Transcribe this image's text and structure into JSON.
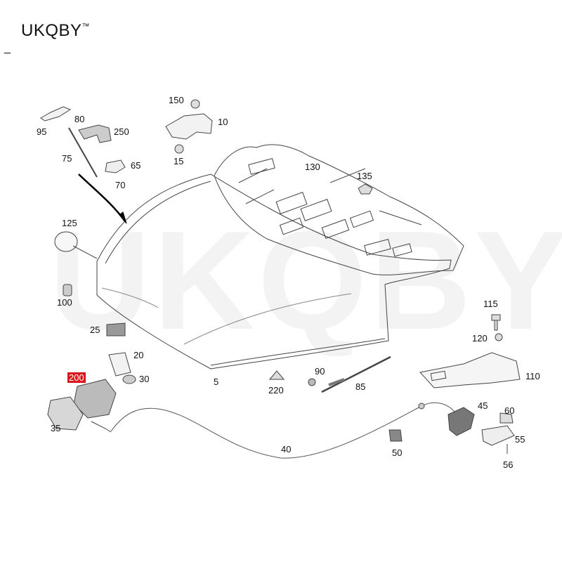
{
  "brand": {
    "name": "UKQBY",
    "tm": "™",
    "underscore": "_"
  },
  "watermark": {
    "text": "UKQBY",
    "tm": "™"
  },
  "diagram": {
    "callouts": [
      {
        "id": "95",
        "label": "95"
      },
      {
        "id": "80",
        "label": "80"
      },
      {
        "id": "250",
        "label": "250"
      },
      {
        "id": "75",
        "label": "75"
      },
      {
        "id": "65",
        "label": "65"
      },
      {
        "id": "70",
        "label": "70"
      },
      {
        "id": "150",
        "label": "150"
      },
      {
        "id": "10",
        "label": "10"
      },
      {
        "id": "15",
        "label": "15"
      },
      {
        "id": "130",
        "label": "130"
      },
      {
        "id": "135",
        "label": "135"
      },
      {
        "id": "125",
        "label": "125"
      },
      {
        "id": "100",
        "label": "100"
      },
      {
        "id": "25",
        "label": "25"
      },
      {
        "id": "20",
        "label": "20"
      },
      {
        "id": "30",
        "label": "30"
      },
      {
        "id": "200",
        "label": "200",
        "highlight": true
      },
      {
        "id": "35",
        "label": "35"
      },
      {
        "id": "5",
        "label": "5"
      },
      {
        "id": "220",
        "label": "220"
      },
      {
        "id": "90",
        "label": "90"
      },
      {
        "id": "85",
        "label": "85"
      },
      {
        "id": "115",
        "label": "115"
      },
      {
        "id": "120",
        "label": "120"
      },
      {
        "id": "110",
        "label": "110"
      },
      {
        "id": "45",
        "label": "45"
      },
      {
        "id": "60",
        "label": "60"
      },
      {
        "id": "55",
        "label": "55"
      },
      {
        "id": "56",
        "label": "56"
      },
      {
        "id": "50",
        "label": "50"
      },
      {
        "id": "40",
        "label": "40"
      }
    ],
    "highlight_color": "#d9161c"
  }
}
